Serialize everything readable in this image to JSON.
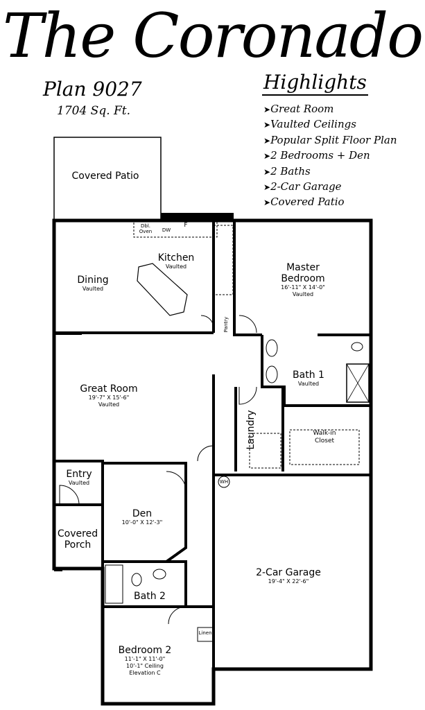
{
  "header": {
    "title": "The Coronado",
    "plan": "Plan 9027",
    "sqft": "1704 Sq. Ft."
  },
  "highlights": {
    "title": "Highlights",
    "items": [
      "Great Room",
      "Vaulted Ceilings",
      "Popular Split Floor Plan",
      "2 Bedrooms + Den",
      "2 Baths",
      "2-Car Garage",
      "Covered Patio"
    ]
  },
  "rooms": {
    "covered_patio": {
      "name": "Covered Patio"
    },
    "kitchen": {
      "name": "Kitchen",
      "note": "Vaulted"
    },
    "dining": {
      "name": "Dining",
      "note": "Vaulted"
    },
    "master": {
      "name": "Master Bedroom",
      "dims": "16'-11\" X 14'-0\"",
      "note": "Vaulted"
    },
    "great_room": {
      "name": "Great Room",
      "dims": "19'-7\" X 15'-6\"",
      "note": "Vaulted"
    },
    "bath1": {
      "name": "Bath 1",
      "note": "Vaulted"
    },
    "laundry": {
      "name": "Laundry"
    },
    "closet": {
      "name": "Walk-in Closet"
    },
    "entry": {
      "name": "Entry",
      "note": "Vaulted"
    },
    "porch": {
      "name": "Covered Porch"
    },
    "den": {
      "name": "Den",
      "dims": "10'-0\" X 12'-3\""
    },
    "bath2": {
      "name": "Bath 2"
    },
    "garage": {
      "name": "2-Car Garage",
      "dims": "19'-4\" X 22'-6\""
    },
    "bedroom2": {
      "name": "Bedroom 2",
      "dims": "11'-1\" X 11'-0\"",
      "note": "10'-1\" Ceiling",
      "note2": "Elevation C"
    },
    "linen": {
      "name": "Linen"
    },
    "pantry": {
      "name": "Pantry"
    },
    "wh": {
      "name": "WH"
    }
  },
  "fixtures": {
    "oven": "Dbl. Oven",
    "dw": "DW",
    "fridge": "F"
  }
}
